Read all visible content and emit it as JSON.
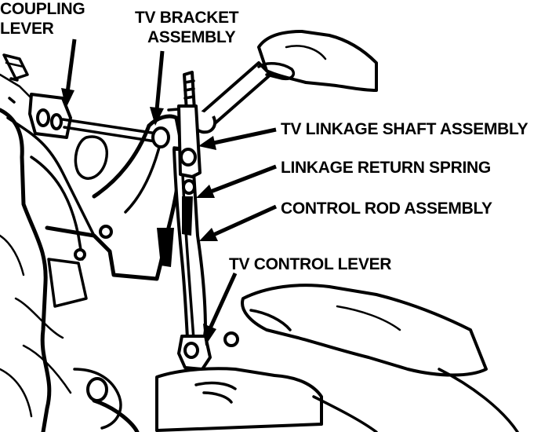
{
  "labels": {
    "coupling_lever_line1": "COUPLING",
    "coupling_lever_line2": "LEVER",
    "tv_bracket_line1": "TV BRACKET",
    "tv_bracket_line2": "ASSEMBLY",
    "tv_linkage_shaft": "TV LINKAGE SHAFT ASSEMBLY",
    "linkage_return_spring": "LINKAGE RETURN SPRING",
    "control_rod": "CONTROL ROD ASSEMBLY",
    "tv_control_lever": "TV CONTROL LEVER"
  },
  "colors": {
    "ink": "#000000",
    "paper": "#ffffff"
  }
}
